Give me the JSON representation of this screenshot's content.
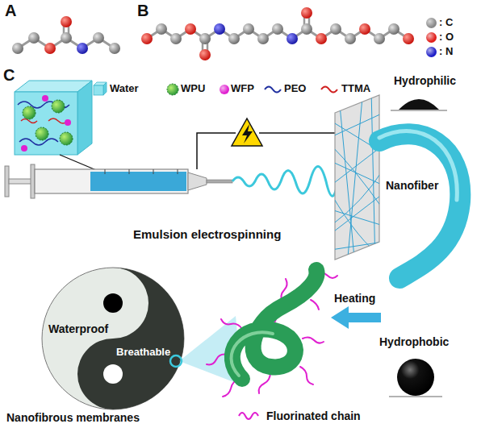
{
  "diagram": {
    "labels": [
      "A",
      "B",
      "C",
      "Hydrophilic",
      "Nanofiber",
      "Emulsion electrospinning",
      "Heating",
      "Hydrophobic",
      "Waterproof",
      "Breathable",
      "Nanofibrous membranes"
    ],
    "legend": [
      {
        "text": ": C",
        "color": "#8a8a8a"
      },
      {
        "text": ": O",
        "color": "#e0201c"
      },
      {
        "text": ": N",
        "color": "#2020c8"
      },
      {
        "text": "Water"
      },
      {
        "text": "WPU"
      },
      {
        "text": "WFP",
        "color": "#e020d0"
      },
      {
        "text": "PEO"
      },
      {
        "text": "TTMA"
      },
      {
        "text": "Fluorinated chain"
      }
    ]
  }
}
